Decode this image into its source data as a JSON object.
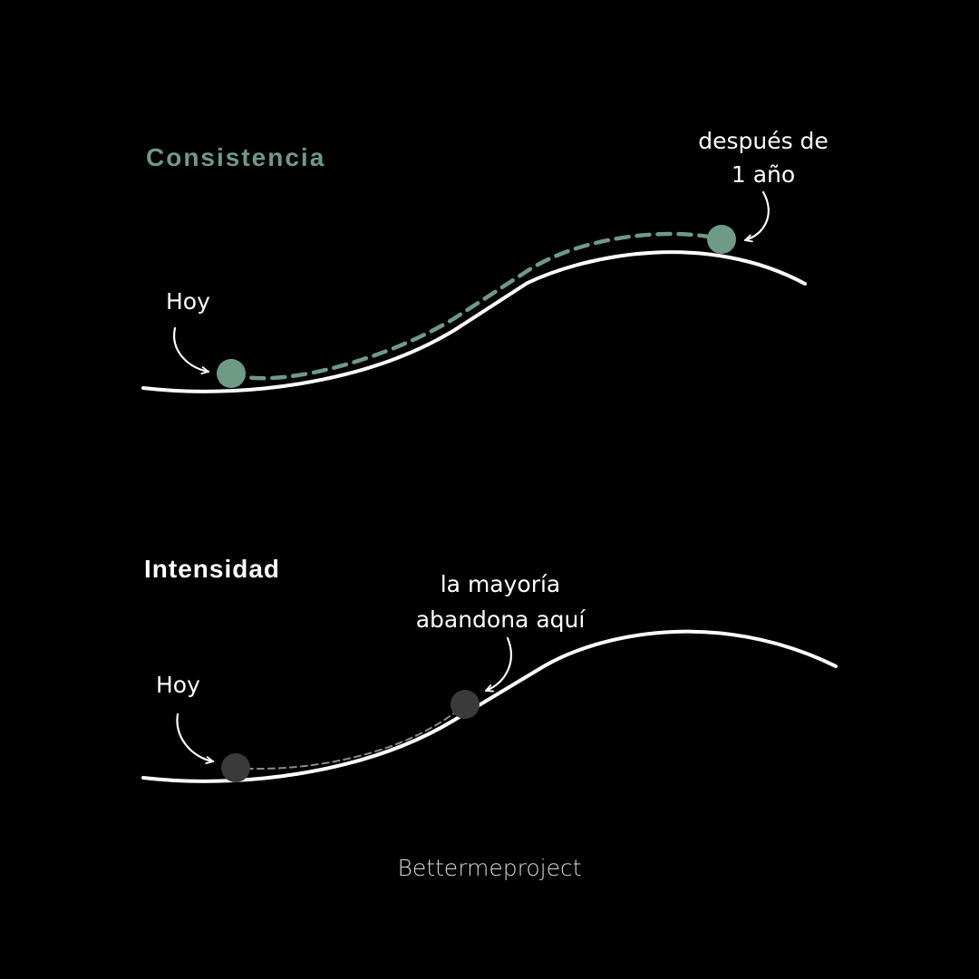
{
  "colors": {
    "background": "#000000",
    "curve": "#ffffff",
    "accent": "#6f9a86",
    "muted_dot": "#3a3a3a",
    "muted_dash": "#8a8a8a",
    "text": "#ffffff"
  },
  "consistency": {
    "title": "Consistencia",
    "start_label": "Hoy",
    "end_label_line1": "después de",
    "end_label_line2": "1 año"
  },
  "intensity": {
    "title": "Intensidad",
    "start_label": "Hoy",
    "quit_label_line1": "la mayoría",
    "quit_label_line2": "abandona aquí"
  },
  "footer": {
    "brand": "Bettermeproject"
  }
}
